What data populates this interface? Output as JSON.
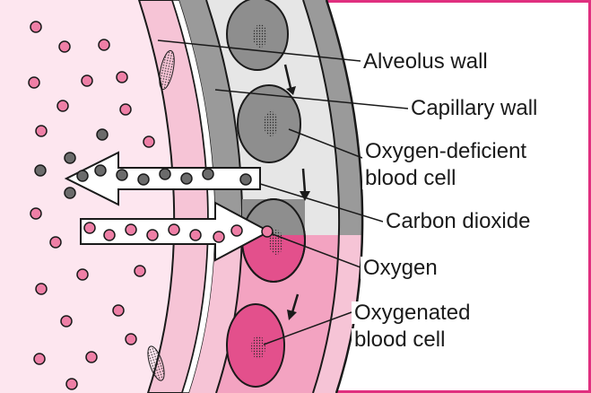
{
  "labels": {
    "alveolus_wall": "Alveolus wall",
    "capillary_wall": "Capillary wall",
    "oxygen_deficient_line1": "Oxygen-deficient",
    "oxygen_deficient_line2": "blood cell",
    "carbon_dioxide": "Carbon dioxide",
    "oxygen": "Oxygen",
    "oxygenated_line1": "Oxygenated",
    "oxygenated_line2": "blood cell"
  },
  "colors": {
    "frame": "#e0307f",
    "alveolus_fill": "#fde6ef",
    "wall_pink": "#f6c4d6",
    "wall_gray": "#9a9a9a",
    "capillary_upper": "#e6e6e6",
    "capillary_lower": "#f3a3c1",
    "cell_deficient": "#8e8e8e",
    "cell_oxygenated": "#e3508c",
    "oxygen_dot": "#ee7fa6",
    "co2_dot": "#6b6b6b"
  }
}
